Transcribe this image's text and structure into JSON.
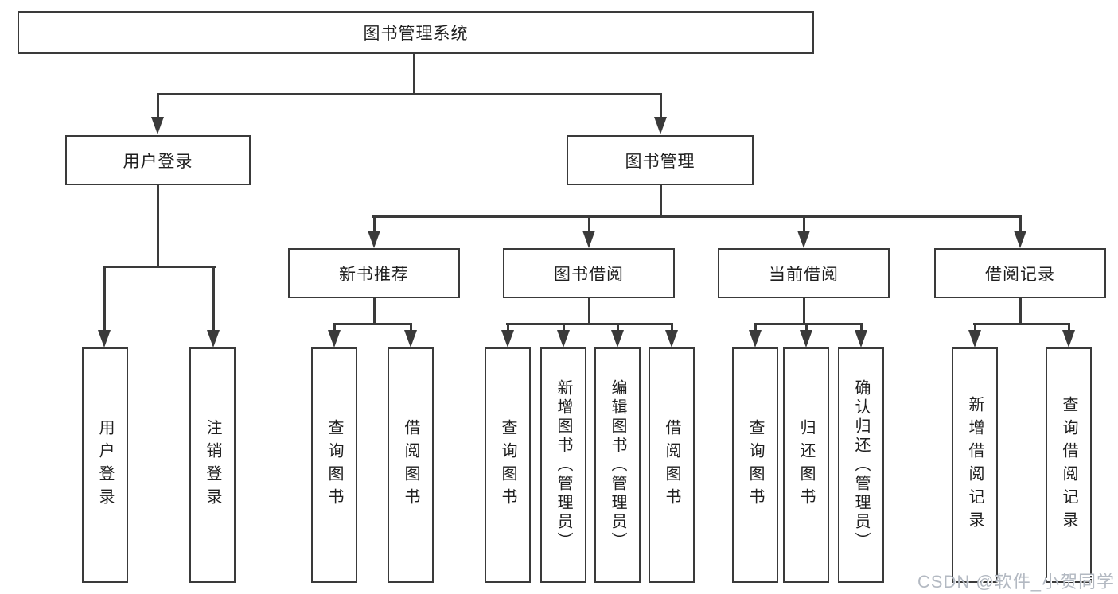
{
  "root": {
    "label": "图书管理系统",
    "children": [
      {
        "label": "用户登录",
        "children": [
          {
            "label": "用户登录"
          },
          {
            "label": "注销登录"
          }
        ]
      },
      {
        "label": "图书管理",
        "children": [
          {
            "label": "新书推荐",
            "children": [
              {
                "label": "查询图书"
              },
              {
                "label": "借阅图书"
              }
            ]
          },
          {
            "label": "图书借阅",
            "children": [
              {
                "label": "查询图书"
              },
              {
                "label": "新增图书（管理员）"
              },
              {
                "label": "编辑图书（管理员）"
              },
              {
                "label": "借阅图书"
              }
            ]
          },
          {
            "label": "当前借阅",
            "children": [
              {
                "label": "查询图书"
              },
              {
                "label": "归还图书"
              },
              {
                "label": "确认归还（管理员）"
              }
            ]
          },
          {
            "label": "借阅记录",
            "children": [
              {
                "label": "新增借阅记录"
              },
              {
                "label": "查询借阅记录"
              }
            ]
          }
        ]
      }
    ]
  },
  "watermark": "CSDN @软件_小贺同学",
  "colors": {
    "line": "#3a3a3a",
    "text": "#1f1f1f",
    "watermark": "#b3b9c2",
    "background": "#ffffff"
  }
}
